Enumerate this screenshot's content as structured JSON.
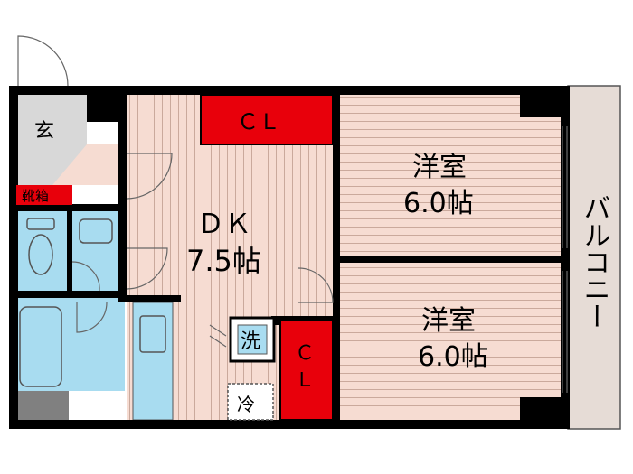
{
  "rooms": {
    "entrance": "玄",
    "shoe_box": "靴箱",
    "dk_name": "ＤＫ",
    "dk_size": "7.5帖",
    "room_top_name": "洋室",
    "room_top_size": "6.0帖",
    "room_bottom_name": "洋室",
    "room_bottom_size": "6.0帖",
    "closet_top": "ＣＬ",
    "closet_c": "Ｃ",
    "closet_l": "Ｌ",
    "washer": "洗",
    "fridge": "冷",
    "balcony": "バルコニー"
  },
  "colors": {
    "wall": "#000000",
    "closet": "#e8000b",
    "floor_wood": "#f6dcd2",
    "floor_line": "#caa99c",
    "wet_area": "#a8dcf0",
    "entrance_floor": "#d8d8d8",
    "balcony": "#e6dcd6"
  }
}
